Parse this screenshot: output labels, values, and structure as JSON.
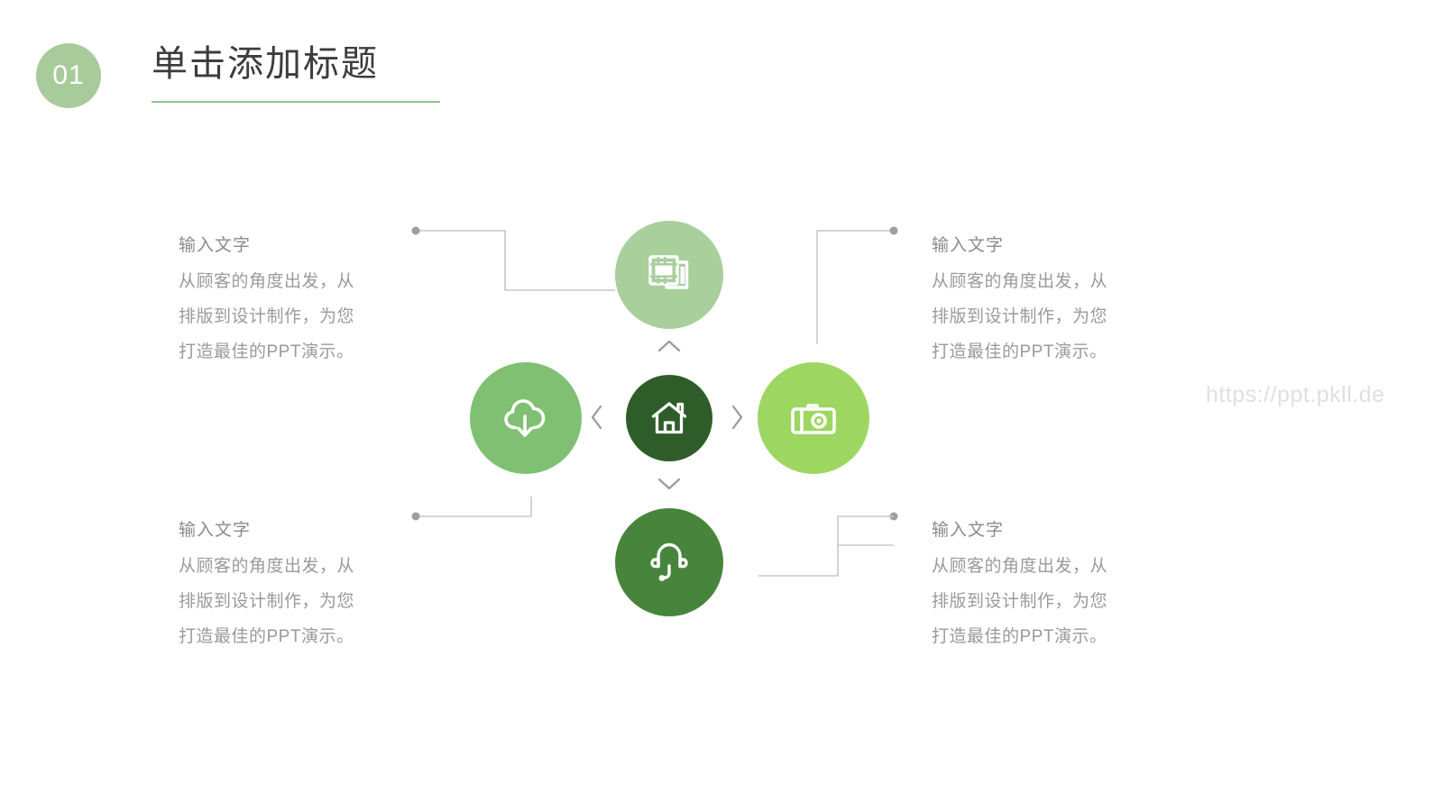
{
  "slide": {
    "background_color": "#ffffff",
    "accent_color": "#8ec48a"
  },
  "header": {
    "number_badge": "01",
    "badge_color": "#a8cb9b",
    "title": "单击添加标题",
    "rule_color": "#8ec48a"
  },
  "text_blocks": [
    {
      "position": "top-left",
      "heading": "输入文字",
      "body_lines": [
        "从顾客的角度出发，从",
        "排版到设计制作，为您",
        "打造最佳的PPT演示。"
      ]
    },
    {
      "position": "top-right",
      "heading": "输入文字",
      "body_lines": [
        "从顾客的角度出发，从",
        "排版到设计制作，为您",
        "打造最佳的PPT演示。"
      ]
    },
    {
      "position": "bottom-left",
      "heading": "输入文字",
      "body_lines": [
        "从顾客的角度出发，从",
        "排版到设计制作，为您",
        "打造最佳的PPT演示。"
      ]
    },
    {
      "position": "bottom-right",
      "heading": "输入文字",
      "body_lines": [
        "从顾客的角度出发，从",
        "排版到设计制作，为您",
        "打造最佳的PPT演示。"
      ]
    }
  ],
  "nodes": [
    {
      "position": "top",
      "icon": "film-icon",
      "color": "#a9cf9c"
    },
    {
      "position": "left",
      "icon": "cloud-download-icon",
      "color": "#7fc072"
    },
    {
      "position": "center",
      "icon": "home-icon",
      "color": "#2f5d2a"
    },
    {
      "position": "right",
      "icon": "camera-icon",
      "color": "#9ed662"
    },
    {
      "position": "bottom",
      "icon": "headset-icon",
      "color": "#47853d"
    }
  ],
  "arrows": [
    {
      "name": "chevron-up-icon",
      "direction": "up"
    },
    {
      "name": "chevron-down-icon",
      "direction": "down"
    },
    {
      "name": "chevron-left-icon",
      "direction": "left"
    },
    {
      "name": "chevron-right-icon",
      "direction": "right"
    }
  ],
  "connector_color": "#c8c8c8",
  "watermark": {
    "text": "https://ppt.pkll.de",
    "color": "#e0e0e0"
  }
}
